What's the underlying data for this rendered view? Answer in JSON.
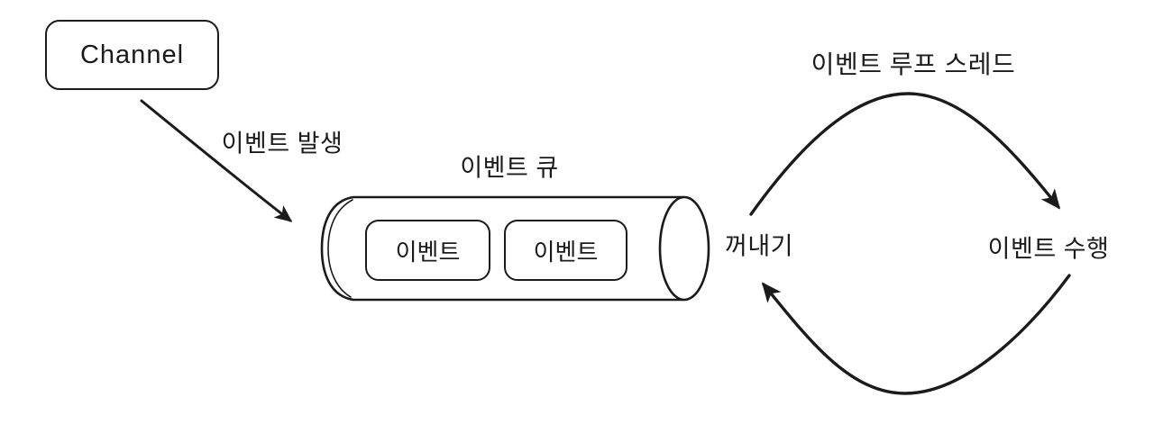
{
  "canvas": {
    "background": "#ffffff",
    "stroke_color": "#1b1b1b"
  },
  "channel": {
    "label": "Channel"
  },
  "edges": {
    "emit_label": "이벤트 발생"
  },
  "queue": {
    "title": "이벤트 큐",
    "items": [
      {
        "label": "이벤트"
      },
      {
        "label": "이벤트"
      }
    ]
  },
  "loop": {
    "title": "이벤트 루프 스레드",
    "dequeue_label": "꺼내기",
    "execute_label": "이벤트 수행"
  }
}
